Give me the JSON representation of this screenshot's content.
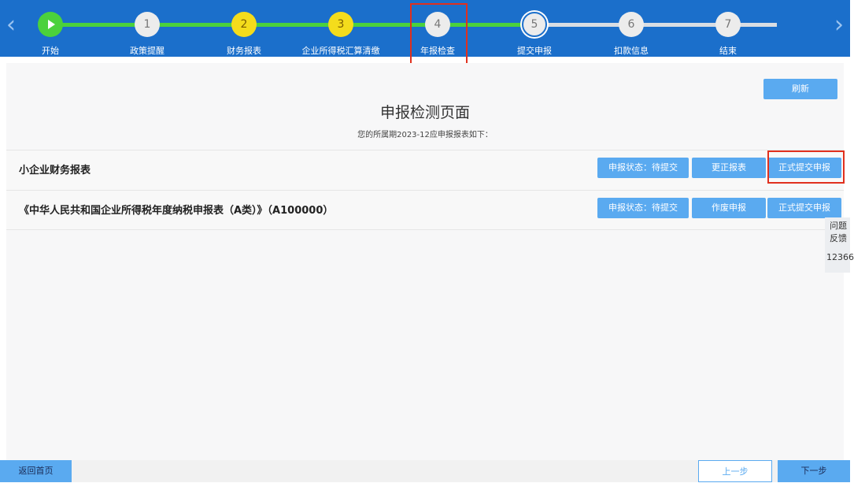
{
  "steps": [
    {
      "label": "开始",
      "num": "",
      "state": "green"
    },
    {
      "label": "政策提醒",
      "num": "1",
      "state": "grey"
    },
    {
      "label": "财务报表",
      "num": "2",
      "state": "yellow"
    },
    {
      "label": "企业所得税汇算清缴",
      "num": "3",
      "state": "yellow"
    },
    {
      "label": "年报检查",
      "num": "4",
      "state": "grey"
    },
    {
      "label": "提交申报",
      "num": "5",
      "state": "current"
    },
    {
      "label": "扣款信息",
      "num": "6",
      "state": "grey"
    },
    {
      "label": "结束",
      "num": "7",
      "state": "grey"
    }
  ],
  "colors": {
    "header": "#1b6fcb",
    "progress": "#4bd13c",
    "button": "#5aaaf0",
    "highlight": "#e0301e"
  },
  "refresh_label": "刷新",
  "page_title": "申报检测页面",
  "subtitle": "您的所属期2023-12应申报报表如下：",
  "reports": [
    {
      "name": "小企业财务报表",
      "status": "申报状态：待提交",
      "action": "更正报表",
      "submit": "正式提交申报"
    },
    {
      "name": "《中华人民共和国企业所得税年度纳税申报表（A类）》（A100000）",
      "status": "申报状态：待提交",
      "action": "作废申报",
      "submit": "正式提交申报"
    }
  ],
  "side": {
    "line1": "问题",
    "line2": "反馈",
    "line3": "12366"
  },
  "bottom": {
    "home": "返回首页",
    "prev": "上一步",
    "next": "下一步"
  }
}
